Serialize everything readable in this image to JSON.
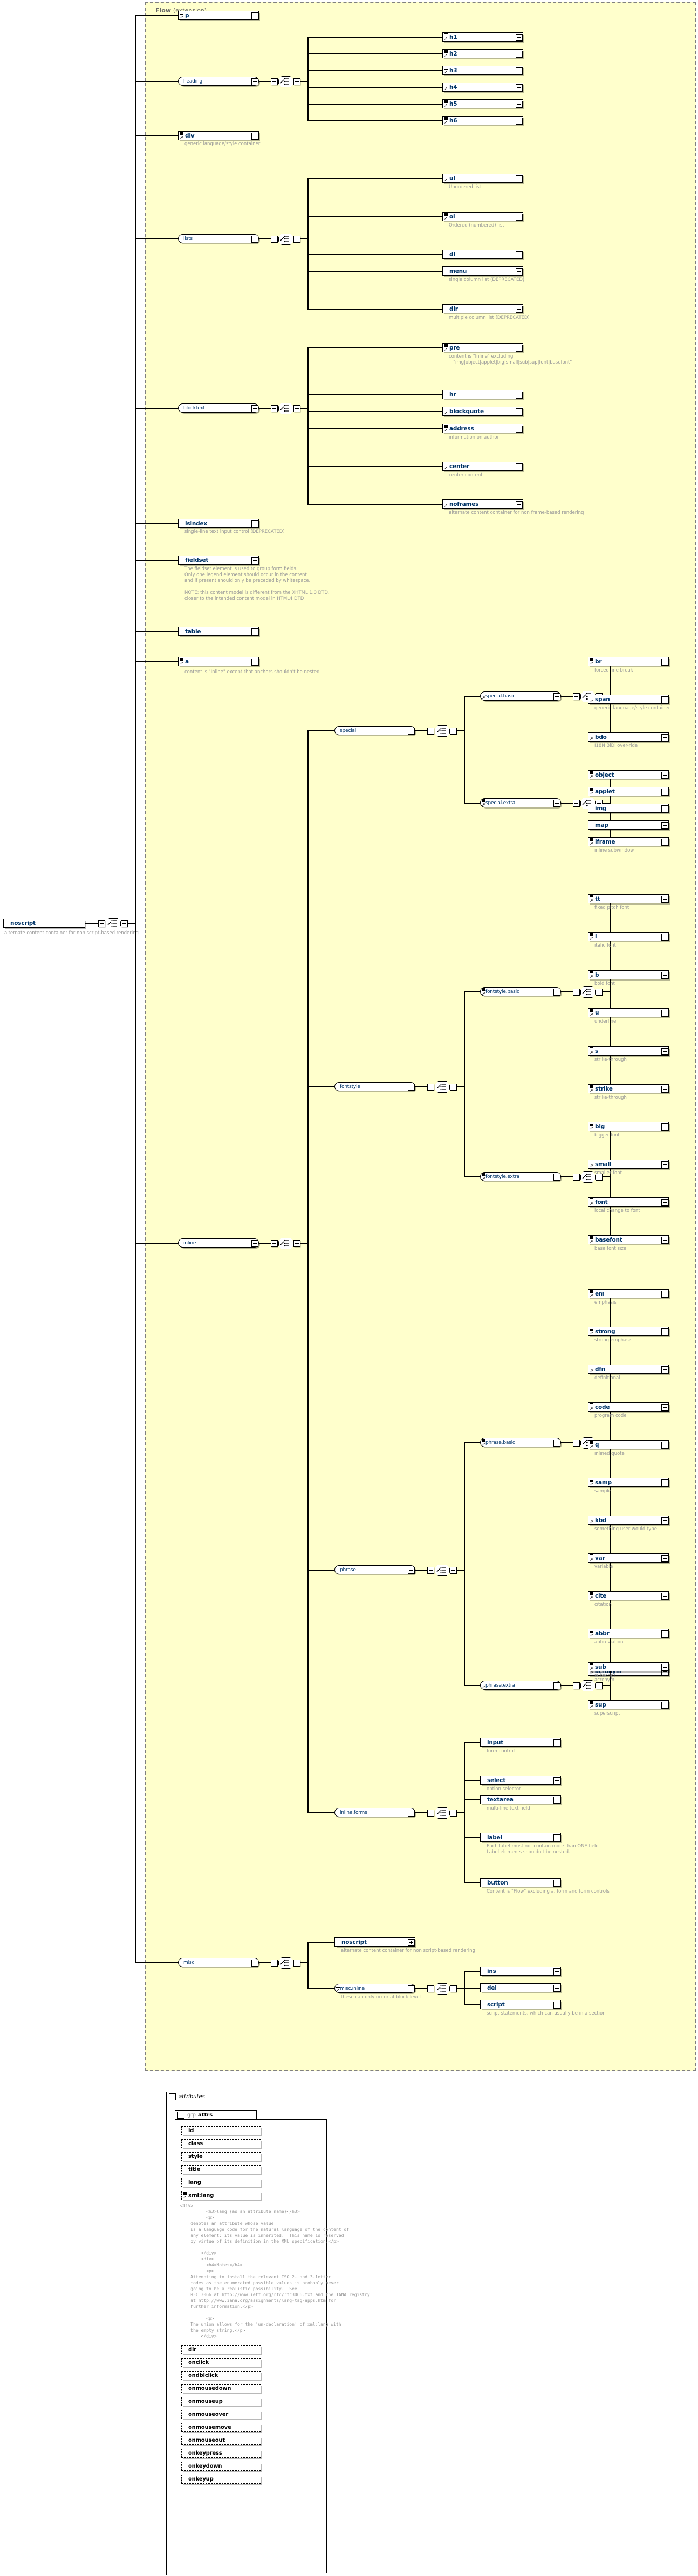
{
  "diagram": {
    "type": "xsd-schema-tree",
    "root": {
      "label": "noscript",
      "annotation": "alternate content container for non script-based rendering"
    },
    "panel": {
      "title": "Flow",
      "subtitle": "(extension)"
    },
    "attributes_section": {
      "tab_label": "attributes",
      "group_prefix": "grp",
      "group_name": "attrs",
      "attributes": [
        "id",
        "class",
        "style",
        "title",
        "lang",
        "xml:lang",
        "dir",
        "onclick",
        "ondblclick",
        "onmousedown",
        "onmouseup",
        "onmouseover",
        "onmousemove",
        "onmouseout",
        "onkeypress",
        "onkeydown",
        "onkeyup"
      ],
      "xmllang_doc": "<div>\n          <h3>lang (as an attribute name)</h3>\n          <p>\n    denotes an attribute whose value\n    is a language code for the natural language of the content of\n    any element; its value is inherited.  This name is reserved\n    by virtue of its definition in the XML specification.</p>\n\n        </div>\n        <div>\n          <h4>Notes</h4>\n          <p>\n    Attempting to install the relevant ISO 2- and 3-letter\n    codes as the enumerated possible values is probably never\n    going to be a realistic possibility.  See\n    RFC 3066 at http://www.ietf.org/rfc/rfc3066.txt and the IANA registry\n    at http://www.iana.org/assignments/lang-tag-apps.htm for\n    further information.</p>\n\n          <p>\n    The union allows for the 'un-declaration' of xml:lang with\n    the empty string.</p>\n        </div>"
    },
    "groups": [
      {
        "name": "heading",
        "children": [
          {
            "label": "h1"
          },
          {
            "label": "h2"
          },
          {
            "label": "h3"
          },
          {
            "label": "h4"
          },
          {
            "label": "h5"
          },
          {
            "label": "h6"
          }
        ]
      },
      {
        "name": "lists",
        "children": [
          {
            "label": "ul",
            "note": "Unordered list"
          },
          {
            "label": "ol",
            "note": "Ordered (numbered) list"
          },
          {
            "label": "dl"
          },
          {
            "label": "menu",
            "note": "single column list (DEPRECATED)"
          },
          {
            "label": "dir",
            "note": "multiple column list (DEPRECATED)"
          }
        ]
      },
      {
        "name": "blocktext",
        "children": [
          {
            "label": "pre",
            "note": "content is \"Inline\" excluding\n   \"img|object|applet|big|small|sub|sup|font|basefont\""
          },
          {
            "label": "hr"
          },
          {
            "label": "blockquote"
          },
          {
            "label": "address",
            "note": "information on author"
          },
          {
            "label": "center",
            "note": "center content"
          },
          {
            "label": "noframes",
            "note": "alternate content container for non frame-based rendering"
          }
        ]
      },
      {
        "name": "special.basic",
        "children": [
          {
            "label": "br",
            "note": "forced line break"
          },
          {
            "label": "span",
            "note": "generic language/style container"
          },
          {
            "label": "bdo",
            "note": "I18N BiDi over-ride"
          }
        ]
      },
      {
        "name": "special.extra",
        "children": [
          {
            "label": "object"
          },
          {
            "label": "applet"
          },
          {
            "label": "img"
          },
          {
            "label": "map"
          },
          {
            "label": "iframe",
            "note": "inline subwindow"
          }
        ]
      },
      {
        "name": "special",
        "children": [
          {
            "label": "special.basic"
          },
          {
            "label": "special.extra"
          }
        ]
      },
      {
        "name": "fontstyle.basic",
        "children": [
          {
            "label": "tt",
            "note": "fixed pitch font"
          },
          {
            "label": "i",
            "note": "italic font"
          },
          {
            "label": "b",
            "note": "bold font"
          },
          {
            "label": "u",
            "note": "underline"
          },
          {
            "label": "s",
            "note": "strike-through"
          },
          {
            "label": "strike",
            "note": "strike-through"
          }
        ]
      },
      {
        "name": "fontstyle.extra",
        "children": [
          {
            "label": "big",
            "note": "bigger font"
          },
          {
            "label": "small",
            "note": "smaller font"
          },
          {
            "label": "font",
            "note": "local change to font"
          },
          {
            "label": "basefont",
            "note": "base font size"
          }
        ]
      },
      {
        "name": "fontstyle",
        "children": [
          {
            "label": "fontstyle.basic"
          },
          {
            "label": "fontstyle.extra"
          }
        ]
      },
      {
        "name": "phrase.basic",
        "children": [
          {
            "label": "em",
            "note": "emphasis"
          },
          {
            "label": "strong",
            "note": "strong emphasis"
          },
          {
            "label": "dfn",
            "note": "definitional"
          },
          {
            "label": "code",
            "note": "program code"
          },
          {
            "label": "q",
            "note": "inlined quote"
          },
          {
            "label": "samp",
            "note": "sample"
          },
          {
            "label": "kbd",
            "note": "something user would type"
          },
          {
            "label": "var",
            "note": "variable"
          },
          {
            "label": "cite",
            "note": "citation"
          },
          {
            "label": "abbr",
            "note": "abbreviation"
          },
          {
            "label": "acronym",
            "note": "acronym"
          }
        ]
      },
      {
        "name": "phrase.extra",
        "children": [
          {
            "label": "sub",
            "note": "subscript"
          },
          {
            "label": "sup",
            "note": "superscript"
          }
        ]
      },
      {
        "name": "phrase",
        "children": [
          {
            "label": "phrase.basic"
          },
          {
            "label": "phrase.extra"
          }
        ]
      },
      {
        "name": "inline.forms",
        "children": [
          {
            "label": "input",
            "note": "form control"
          },
          {
            "label": "select",
            "note": "option selector"
          },
          {
            "label": "textarea",
            "note": "multi-line text field"
          },
          {
            "label": "label",
            "note": "Each label must not contain more than ONE field\nLabel elements shouldn't be nested."
          },
          {
            "label": "button",
            "note": "Content is \"Flow\" excluding a, form and form controls"
          }
        ]
      },
      {
        "name": "inline",
        "children": [
          {
            "label": "special"
          },
          {
            "label": "fontstyle"
          },
          {
            "label": "phrase"
          },
          {
            "label": "inline.forms"
          }
        ]
      },
      {
        "name": "misc.inline",
        "children": [
          {
            "label": "ins"
          },
          {
            "label": "del"
          },
          {
            "label": "script"
          }
        ]
      },
      {
        "name": "misc",
        "children": [
          {
            "label": "noscript",
            "note": "alternate content container for non script-based rendering"
          },
          {
            "label": "misc.inline",
            "note": "these can only occur at block level"
          }
        ]
      }
    ],
    "flow_children": [
      {
        "label": "p"
      },
      {
        "label": "heading",
        "kind": "group"
      },
      {
        "label": "div",
        "note": "generic language/style container"
      },
      {
        "label": "lists",
        "kind": "group"
      },
      {
        "label": "blocktext",
        "kind": "group"
      },
      {
        "label": "isindex",
        "note": "single-line text input control (DEPRECATED)"
      },
      {
        "label": "fieldset",
        "note": "The fieldset element is used to group form fields.\nOnly one legend element should occur in the content\nand if present should only be preceded by whitespace.\n\nNOTE: this content model is different from the XHTML 1.0 DTD,\ncloser to the intended content model in HTML4 DTD"
      },
      {
        "label": "table"
      },
      {
        "label": "a",
        "note": "content is \"Inline\" except that anchors shouldn't be nested"
      },
      {
        "label": "inline",
        "kind": "group"
      },
      {
        "label": "misc",
        "kind": "group"
      }
    ],
    "notes": {
      "misc_inline": "these can only occur at block level",
      "misc_tail": "script statements, which can usually be in a section"
    },
    "icons": {
      "expand": "plus-icon",
      "collapse": "minus-icon",
      "choice": "choice-connector-icon",
      "element": "element-icon"
    },
    "colors": {
      "panel_bg": "#ffffcc",
      "panel_border": "#808080",
      "node_label": "#003366",
      "annotation": "#999999"
    }
  }
}
